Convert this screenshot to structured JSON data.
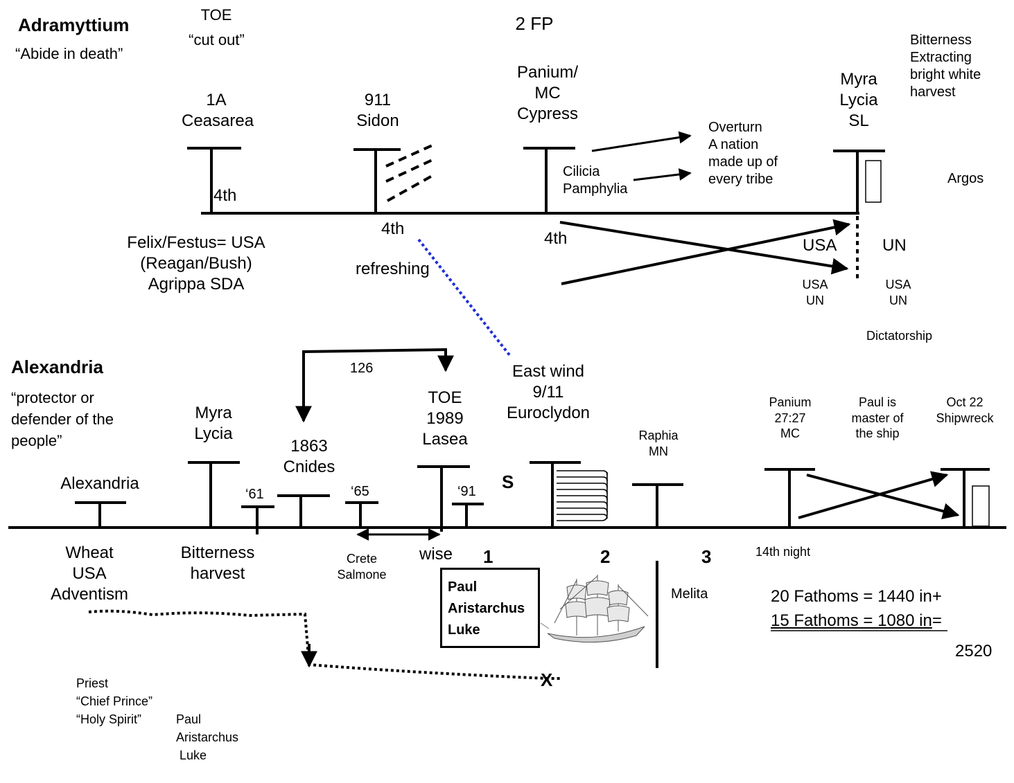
{
  "top": {
    "heading": "Adramyttium",
    "heading_meaning": "“Abide in death”",
    "toe_title": "TOE",
    "toe_sub": "“cut out”",
    "fp": "2  FP",
    "stations": [
      {
        "lines": [
          "1A",
          "Ceasarea"
        ]
      },
      {
        "lines": [
          "911",
          "Sidon"
        ]
      },
      {
        "lines": [
          "Panium/",
          "MC",
          "Cypress"
        ]
      },
      {
        "lines": [
          "Myra",
          "Lycia",
          "SL"
        ]
      }
    ],
    "mark_4th_a": "4th",
    "mark_4th_b": "4th",
    "mark_4th_c": "4th",
    "refreshing": "refreshing",
    "cilicia": [
      "Cilicia",
      "Pamphylia"
    ],
    "overturn": [
      "Overturn",
      "A nation",
      "made up of",
      "every tribe"
    ],
    "bitterness": [
      "Bitterness",
      "Extracting",
      "bright white",
      "harvest"
    ],
    "argos": "Argos",
    "felix": [
      "Felix/Festus= USA",
      "(Reagan/Bush)",
      "Agrippa  SDA"
    ],
    "usa_big": "USA",
    "un_big": "UN",
    "usa_un_left": [
      "USA",
      "UN"
    ],
    "usa_un_right": [
      "USA",
      "UN"
    ],
    "dictatorship": "Dictatorship"
  },
  "bottom": {
    "heading": "Alexandria",
    "heading_meaning": [
      "“protector or",
      "defender of the",
      "people”"
    ],
    "alexandria": "Alexandria",
    "myra": [
      "Myra",
      "Lycia"
    ],
    "y61": "‘61",
    "cnides": [
      "1863",
      "Cnides"
    ],
    "y65": "‘65",
    "arrow_126": "126",
    "lasea": [
      "TOE",
      "1989",
      "Lasea"
    ],
    "y91": "‘91",
    "s_mark": "S",
    "east_wind": [
      "East wind",
      "9/11",
      "Euroclydon"
    ],
    "raphia": [
      "Raphia",
      "MN"
    ],
    "panium": [
      "Panium",
      "27:27",
      "MC"
    ],
    "paul_master": [
      "Paul is",
      "master of",
      "the ship"
    ],
    "shipwreck": [
      "Oct 22",
      "Shipwreck"
    ],
    "wheat": [
      "Wheat",
      "USA",
      "Adventism"
    ],
    "bitterness": [
      "Bitterness",
      "harvest"
    ],
    "crete": [
      "Crete",
      "Salmone"
    ],
    "wise": "wise",
    "n1": "1",
    "n2": "2",
    "n3": "3",
    "night14": "14th night",
    "box": [
      "Paul",
      "Aristarchus",
      "Luke"
    ],
    "melita": "Melita",
    "fathoms1": "20 Fathoms = 1440 in+",
    "fathoms2_u": "15 Fathoms = 1080 in",
    "fathoms2_tail": "=",
    "total": "2520",
    "x_mark": "X",
    "priest": [
      "Priest",
      "“Chief Prince”",
      "“Holy Spirit”"
    ],
    "paul_list": [
      "Paul",
      "Aristarchus",
      " Luke"
    ]
  },
  "colors": {
    "ink": "#000000",
    "dotted_blue": "#1f2fd6"
  }
}
